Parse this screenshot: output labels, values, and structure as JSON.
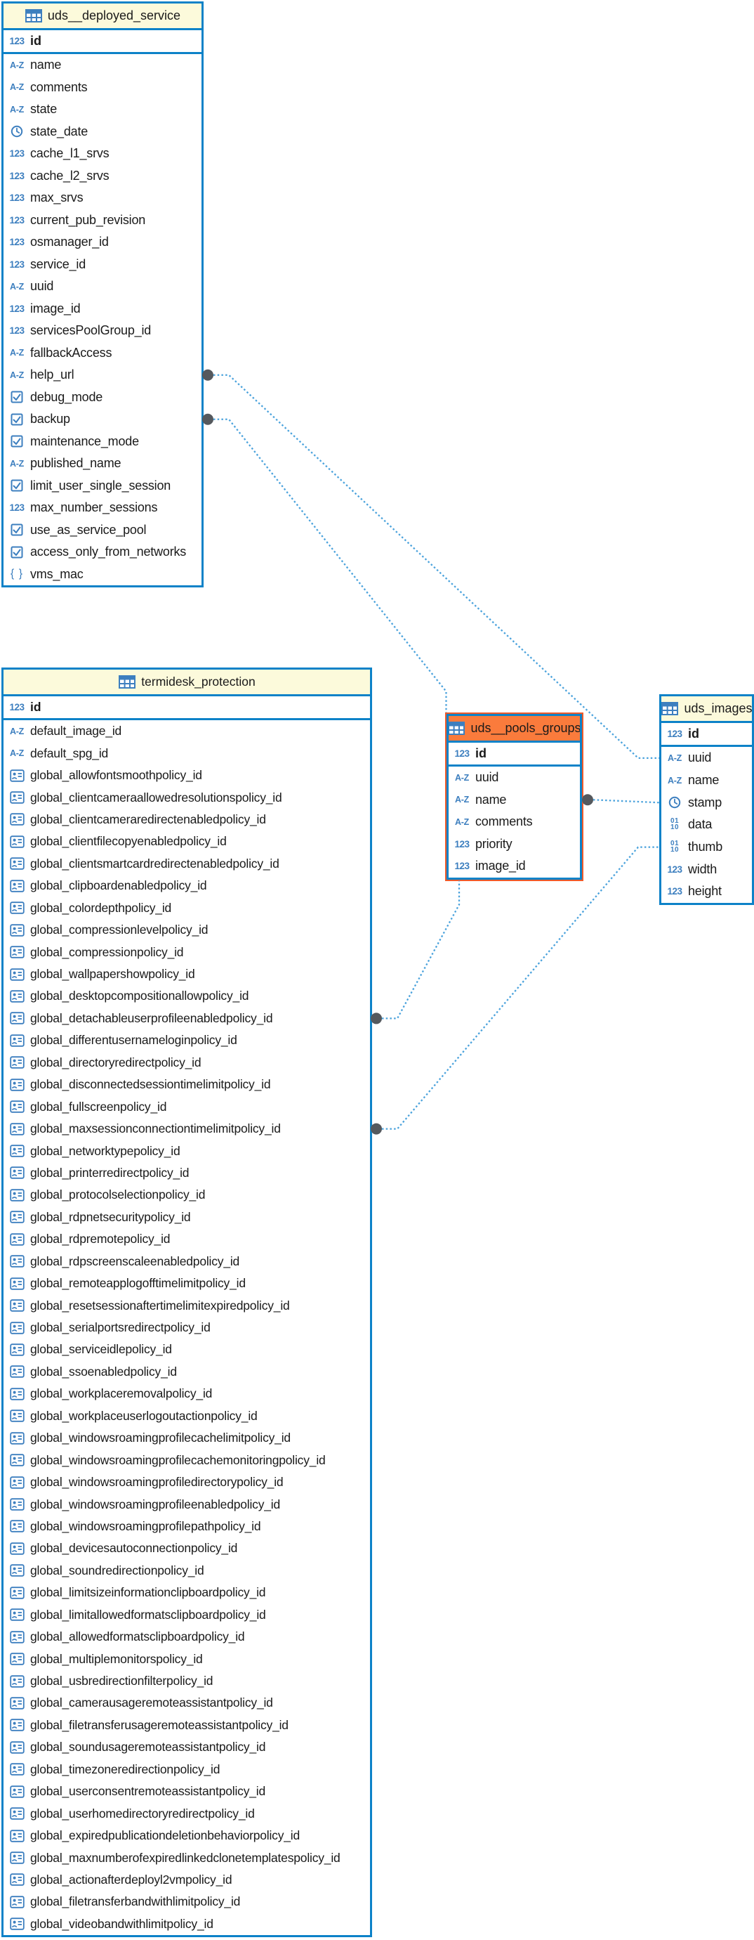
{
  "colors": {
    "table_border": "#0d82c8",
    "header_bg": "#fcfadb",
    "selected_header_bg": "#fa7b3c",
    "selected_outline": "#ef5a2a",
    "icon_blue": "#3d7fbf",
    "relationship_line": "#4aa2dc",
    "connector_dot": "#55595e",
    "text": "#1a1a1a"
  },
  "entities": [
    {
      "id": "uds__deployed_service",
      "title": "uds__deployed_service",
      "header_icon": "table-icon",
      "selected": false,
      "fields": [
        {
          "name": "id",
          "type": "int",
          "pk": true
        },
        {
          "name": "name",
          "type": "string"
        },
        {
          "name": "comments",
          "type": "string"
        },
        {
          "name": "state",
          "type": "string"
        },
        {
          "name": "state_date",
          "type": "datetime"
        },
        {
          "name": "cache_l1_srvs",
          "type": "int"
        },
        {
          "name": "cache_l2_srvs",
          "type": "int"
        },
        {
          "name": "max_srvs",
          "type": "int"
        },
        {
          "name": "current_pub_revision",
          "type": "int"
        },
        {
          "name": "osmanager_id",
          "type": "int"
        },
        {
          "name": "service_id",
          "type": "int"
        },
        {
          "name": "uuid",
          "type": "string"
        },
        {
          "name": "image_id",
          "type": "int"
        },
        {
          "name": "servicesPoolGroup_id",
          "type": "int"
        },
        {
          "name": "fallbackAccess",
          "type": "string"
        },
        {
          "name": "help_url",
          "type": "string"
        },
        {
          "name": "debug_mode",
          "type": "bool"
        },
        {
          "name": "backup",
          "type": "bool"
        },
        {
          "name": "maintenance_mode",
          "type": "bool"
        },
        {
          "name": "published_name",
          "type": "string"
        },
        {
          "name": "limit_user_single_session",
          "type": "bool"
        },
        {
          "name": "max_number_sessions",
          "type": "int"
        },
        {
          "name": "use_as_service_pool",
          "type": "bool"
        },
        {
          "name": "access_only_from_networks",
          "type": "bool"
        },
        {
          "name": "vms_mac",
          "type": "json"
        }
      ]
    },
    {
      "id": "termidesk_protection",
      "title": "termidesk_protection",
      "header_icon": "table-icon",
      "selected": false,
      "fields": [
        {
          "name": "id",
          "type": "int",
          "pk": true
        },
        {
          "name": "default_image_id",
          "type": "string"
        },
        {
          "name": "default_spg_id",
          "type": "string"
        },
        {
          "name": "global_allowfontsmoothpolicy_id",
          "type": "ref"
        },
        {
          "name": "global_clientcameraallowedresolutionspolicy_id",
          "type": "ref"
        },
        {
          "name": "global_clientcameraredirectenabledpolicy_id",
          "type": "ref"
        },
        {
          "name": "global_clientfilecopyenabledpolicy_id",
          "type": "ref"
        },
        {
          "name": "global_clientsmartcardredirectenabledpolicy_id",
          "type": "ref"
        },
        {
          "name": "global_clipboardenabledpolicy_id",
          "type": "ref"
        },
        {
          "name": "global_colordepthpolicy_id",
          "type": "ref"
        },
        {
          "name": "global_compressionlevelpolicy_id",
          "type": "ref"
        },
        {
          "name": "global_compressionpolicy_id",
          "type": "ref"
        },
        {
          "name": "global_wallpapershowpolicy_id",
          "type": "ref"
        },
        {
          "name": "global_desktopcompositionallowpolicy_id",
          "type": "ref"
        },
        {
          "name": "global_detachableuserprofileenabledpolicy_id",
          "type": "ref"
        },
        {
          "name": "global_differentusernameloginpolicy_id",
          "type": "ref"
        },
        {
          "name": "global_directoryredirectpolicy_id",
          "type": "ref"
        },
        {
          "name": "global_disconnectedsessiontimelimitpolicy_id",
          "type": "ref"
        },
        {
          "name": "global_fullscreenpolicy_id",
          "type": "ref"
        },
        {
          "name": "global_maxsessionconnectiontimelimitpolicy_id",
          "type": "ref"
        },
        {
          "name": "global_networktypepolicy_id",
          "type": "ref"
        },
        {
          "name": "global_printerredirectpolicy_id",
          "type": "ref"
        },
        {
          "name": "global_protocolselectionpolicy_id",
          "type": "ref"
        },
        {
          "name": "global_rdpnetsecuritypolicy_id",
          "type": "ref"
        },
        {
          "name": "global_rdpremotepolicy_id",
          "type": "ref"
        },
        {
          "name": "global_rdpscreenscaleenabledpolicy_id",
          "type": "ref"
        },
        {
          "name": "global_remoteapplogofftimelimitpolicy_id",
          "type": "ref"
        },
        {
          "name": "global_resetsessionaftertimelimitexpiredpolicy_id",
          "type": "ref"
        },
        {
          "name": "global_serialportsredirectpolicy_id",
          "type": "ref"
        },
        {
          "name": "global_serviceidlepolicy_id",
          "type": "ref"
        },
        {
          "name": "global_ssoenabledpolicy_id",
          "type": "ref"
        },
        {
          "name": "global_workplaceremovalpolicy_id",
          "type": "ref"
        },
        {
          "name": "global_workplaceuserlogoutactionpolicy_id",
          "type": "ref"
        },
        {
          "name": "global_windowsroamingprofilecachelimitpolicy_id",
          "type": "ref"
        },
        {
          "name": "global_windowsroamingprofilecachemonitoringpolicy_id",
          "type": "ref"
        },
        {
          "name": "global_windowsroamingprofiledirectorypolicy_id",
          "type": "ref"
        },
        {
          "name": "global_windowsroamingprofileenabledpolicy_id",
          "type": "ref"
        },
        {
          "name": "global_windowsroamingprofilepathpolicy_id",
          "type": "ref"
        },
        {
          "name": "global_devicesautoconnectionpolicy_id",
          "type": "ref"
        },
        {
          "name": "global_soundredirectionpolicy_id",
          "type": "ref"
        },
        {
          "name": "global_limitsizeinformationclipboardpolicy_id",
          "type": "ref"
        },
        {
          "name": "global_limitallowedformatsclipboardpolicy_id",
          "type": "ref"
        },
        {
          "name": "global_allowedformatsclipboardpolicy_id",
          "type": "ref"
        },
        {
          "name": "global_multiplemonitorspolicy_id",
          "type": "ref"
        },
        {
          "name": "global_usbredirectionfilterpolicy_id",
          "type": "ref"
        },
        {
          "name": "global_camerausageremoteassistantpolicy_id",
          "type": "ref"
        },
        {
          "name": "global_filetransferusageremoteassistantpolicy_id",
          "type": "ref"
        },
        {
          "name": "global_soundusageremoteassistantpolicy_id",
          "type": "ref"
        },
        {
          "name": "global_timezoneredirectionpolicy_id",
          "type": "ref"
        },
        {
          "name": "global_userconsentremoteassistantpolicy_id",
          "type": "ref"
        },
        {
          "name": "global_userhomedirectoryredirectpolicy_id",
          "type": "ref"
        },
        {
          "name": "global_expiredpublicationdeletionbehaviorpolicy_id",
          "type": "ref"
        },
        {
          "name": "global_maxnumberofexpiredlinkedclonetemplatespolicy_id",
          "type": "ref"
        },
        {
          "name": "global_actionafterdeployl2vmpolicy_id",
          "type": "ref"
        },
        {
          "name": "global_filetransferbandwithlimitpolicy_id",
          "type": "ref"
        },
        {
          "name": "global_videobandwithlimitpolicy_id",
          "type": "ref"
        }
      ]
    },
    {
      "id": "uds__pools_groups",
      "title": "uds__pools_groups",
      "header_icon": "table-icon",
      "selected": true,
      "fields": [
        {
          "name": "id",
          "type": "int",
          "pk": true
        },
        {
          "name": "uuid",
          "type": "string"
        },
        {
          "name": "name",
          "type": "string"
        },
        {
          "name": "comments",
          "type": "string"
        },
        {
          "name": "priority",
          "type": "int"
        },
        {
          "name": "image_id",
          "type": "int"
        }
      ]
    },
    {
      "id": "uds_images",
      "title": "uds_images",
      "header_icon": "table-icon",
      "selected": false,
      "fields": [
        {
          "name": "id",
          "type": "int",
          "pk": true
        },
        {
          "name": "uuid",
          "type": "string"
        },
        {
          "name": "name",
          "type": "string"
        },
        {
          "name": "stamp",
          "type": "datetime"
        },
        {
          "name": "data",
          "type": "binary"
        },
        {
          "name": "thumb",
          "type": "binary"
        },
        {
          "name": "width",
          "type": "int"
        },
        {
          "name": "height",
          "type": "int"
        }
      ]
    }
  ],
  "relationships": [
    {
      "from": {
        "entity": "uds__deployed_service",
        "field": "help_url",
        "side": "right"
      },
      "to": {
        "entity": "uds_images",
        "field": "uuid",
        "side": "left"
      }
    },
    {
      "from": {
        "entity": "uds__deployed_service",
        "field": "backup",
        "side": "right"
      },
      "to": {
        "entity": "uds__pools_groups",
        "anchor": "top-left-corner"
      }
    },
    {
      "from": {
        "entity": "termidesk_protection",
        "field": "global_detachableuserprofileenabledpolicy_id",
        "side": "right"
      },
      "to": {
        "entity": "uds__pools_groups",
        "anchor": "bottom-edge"
      }
    },
    {
      "from": {
        "entity": "termidesk_protection",
        "field": "global_maxsessionconnectiontimelimitpolicy_id",
        "side": "right"
      },
      "to": {
        "entity": "uds_images",
        "field": "thumb",
        "side": "left"
      }
    },
    {
      "from": {
        "entity": "uds__pools_groups",
        "field": "name",
        "side": "right"
      },
      "to": {
        "entity": "uds_images",
        "field": "stamp",
        "side": "left"
      }
    }
  ]
}
